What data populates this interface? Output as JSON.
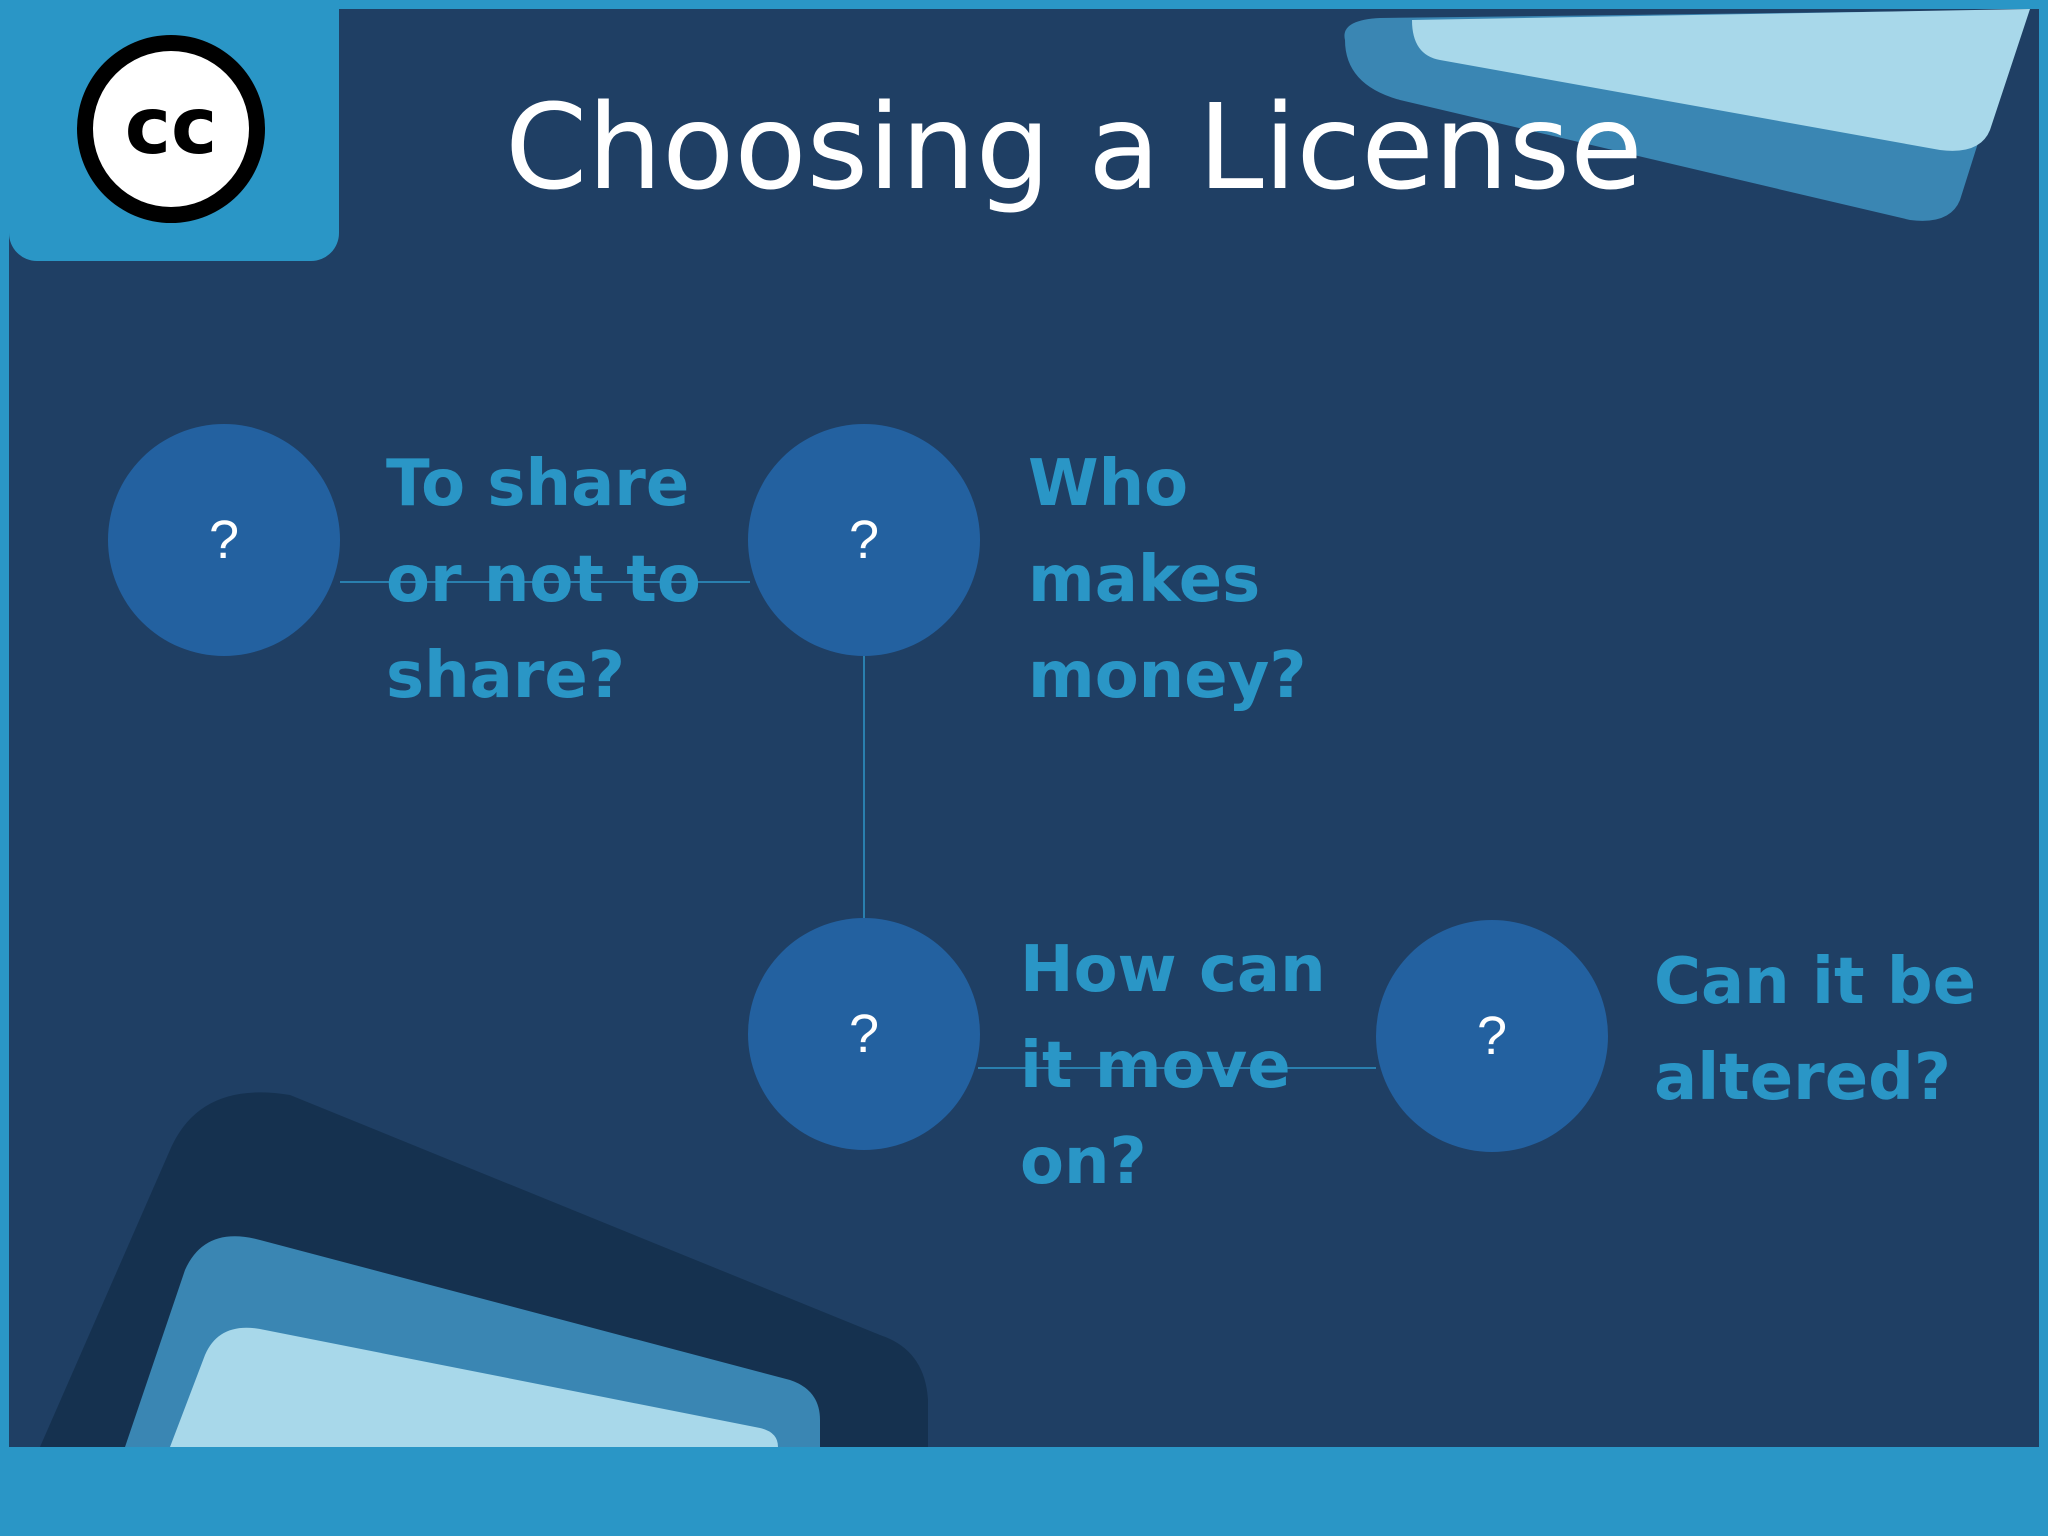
{
  "slide": {
    "title": "Choosing a License",
    "logo": {
      "text": "cc",
      "icon": "creative-commons-icon"
    }
  },
  "diagram": {
    "nodes": [
      {
        "symbol": "?",
        "label_lines": [
          "To share",
          "or not to",
          "share?"
        ]
      },
      {
        "symbol": "?",
        "label_lines": [
          "Who",
          "makes",
          "money?"
        ]
      },
      {
        "symbol": "?",
        "label_lines": [
          "How can",
          "it move",
          "on?"
        ]
      },
      {
        "symbol": "?",
        "label_lines": [
          "Can it be",
          "altered?"
        ]
      }
    ]
  },
  "colors": {
    "background": "#1f3f64",
    "accent": "#2a96c6",
    "node_fill": "#2361a0",
    "label_text": "#2a96c6",
    "title_text": "#ffffff"
  }
}
